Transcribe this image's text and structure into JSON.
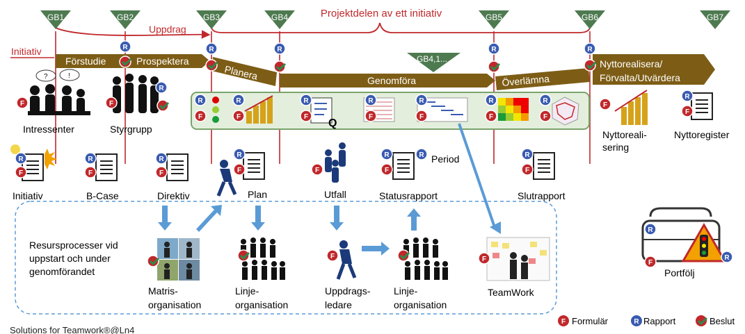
{
  "gates": [
    "GB1",
    "GB2",
    "GB3",
    "GB4",
    "GB5",
    "GB6",
    "GB7",
    "GB4,1..."
  ],
  "top": {
    "project_part": "Projektdelen av ett initiativ",
    "assignment": "Uppdrag",
    "initiative": "Initiativ"
  },
  "phases": [
    "Förstudie",
    "Prospektera",
    "Planera",
    "Genomföra",
    "Överlämna",
    "Nyttorealisera/",
    "Förvalta/Utvärdera"
  ],
  "stakeholders": [
    "Intressenter",
    "Styrgrupp"
  ],
  "benefit": {
    "realisation_1": "Nyttoreali-",
    "realisation_2": "sering",
    "register": "Nyttoregister"
  },
  "documents": [
    "Initiativ",
    "B-Case",
    "Direktiv",
    "Plan",
    "Utfall",
    "Statusrapport",
    "Slutrapport",
    "Period"
  ],
  "resource": {
    "text_1": "Resursprocesser vid",
    "text_2": "uppstart och under",
    "text_3": "genomförandet"
  },
  "orgs": {
    "matrix_1": "Matris-",
    "matrix_2": "organisation",
    "line_1": "Linje-",
    "line_2": "organisation",
    "pm_1": "Uppdrags-",
    "pm_2": "ledare",
    "line2_1": "Linje-",
    "line2_2": "organisation",
    "teamwork": "TeamWork",
    "portfolio": "Portfölj"
  },
  "legend": {
    "form": "Formulär",
    "report": "Rapport",
    "decision": "Beslut",
    "form_icon": "F",
    "report_icon": "R"
  },
  "footer": "Solutions for Teamwork®@Ln4",
  "colors": {
    "gate_green": "#4e7a50",
    "phase_brown": "#7d5d16",
    "red": "#c0282b",
    "blue": "#3a5bb0",
    "arrow_blue": "#5b9bd5",
    "panel_fill": "#e3efdc",
    "panel_stroke": "#7aa36b"
  }
}
